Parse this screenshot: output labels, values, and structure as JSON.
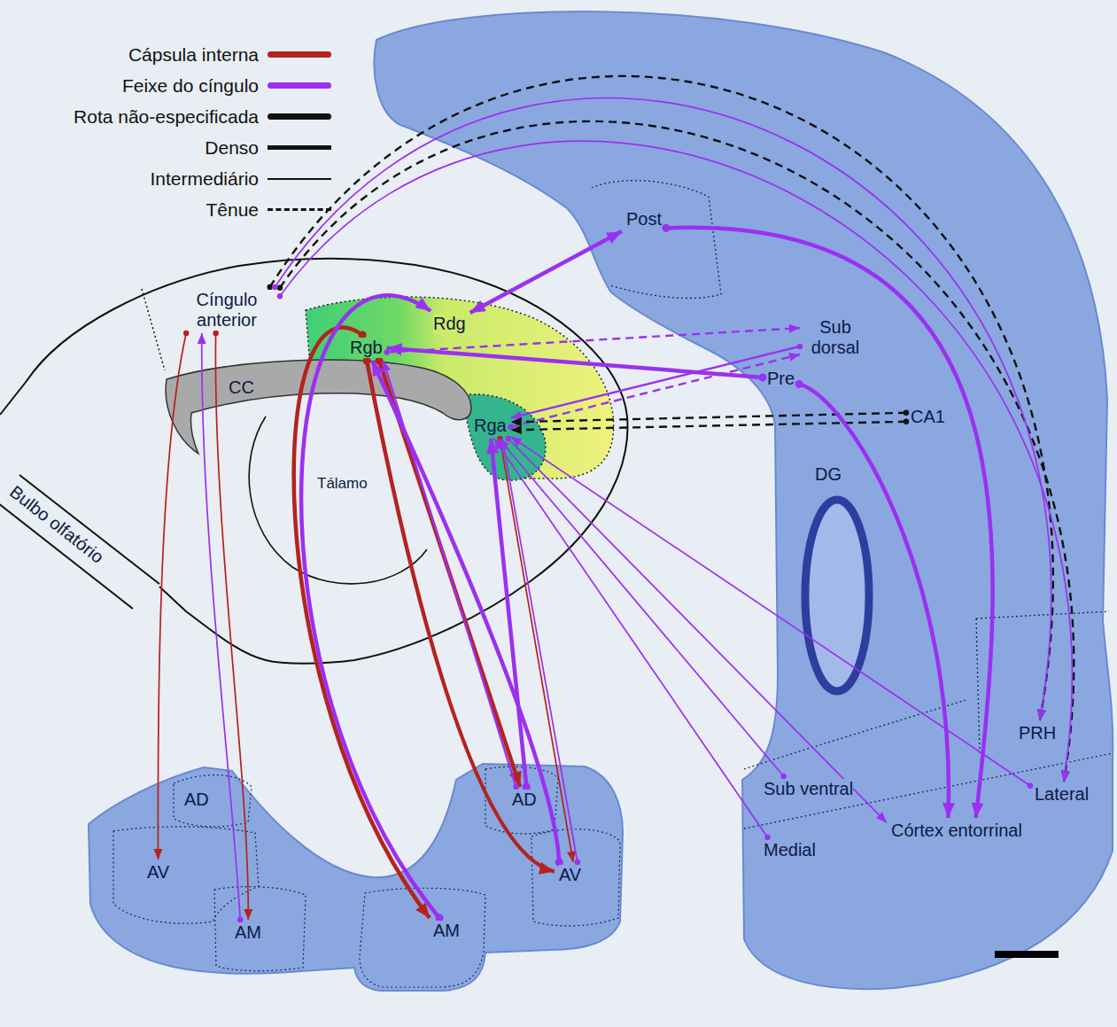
{
  "diagram": {
    "nodes": [
      {
        "text": [
          "Cíngulo anterior"
        ]
      },
      {
        "text": [
          "Rdg"
        ]
      },
      {
        "text": [
          "Rgb"
        ]
      },
      {
        "text": [
          "Rga"
        ]
      },
      {
        "text": [
          "Post"
        ]
      },
      {
        "text": [
          "Pre"
        ]
      },
      {
        "text": [
          "Sub dorsal"
        ]
      },
      {
        "text": [
          "CA1"
        ]
      },
      {
        "text": [
          "PRH"
        ]
      },
      {
        "text": [
          "Sub ventral"
        ]
      },
      {
        "text": [
          "Lateral"
        ]
      },
      {
        "text": [
          "Córtex entorrinal"
        ]
      },
      {
        "text": [
          "Medial"
        ]
      },
      {
        "text": [
          "AD"
        ]
      },
      {
        "text": [
          "AV"
        ]
      },
      {
        "text": [
          "AM"
        ]
      },
      {
        "text": [
          "AD"
        ]
      },
      {
        "text": [
          "AV"
        ]
      },
      {
        "text": [
          "AM"
        ]
      },
      {
        "text": [
          "CC"
        ]
      }
    ],
    "edges": [
      {
        "from": 0,
        "to": 14,
        "arrow": "to"
      },
      {
        "from": 0,
        "to": 15,
        "arrow": "to"
      },
      {
        "from": 15,
        "to": 0,
        "arrow": "to"
      },
      {
        "from": 2,
        "to": 18,
        "arrow": "to"
      },
      {
        "from": 18,
        "to": 1,
        "arrow": "to"
      },
      {
        "from": 2,
        "to": 16,
        "arrow": "to"
      },
      {
        "from": 2,
        "to": 17,
        "arrow": "to"
      },
      {
        "from": 16,
        "to": 2,
        "arrow": "to"
      },
      {
        "from": 17,
        "to": 2,
        "arrow": "to"
      },
      {
        "from": 3,
        "to": 17,
        "arrow": "to"
      },
      {
        "from": 16,
        "to": 3,
        "arrow": "to"
      },
      {
        "from": 17,
        "to": 3,
        "arrow": "to"
      },
      {
        "from": 4,
        "to": 1,
        "arrow": "both"
      },
      {
        "from": 5,
        "to": 2,
        "arrow": "to"
      },
      {
        "from": 6,
        "to": 3,
        "arrow": "to"
      },
      {
        "from": 3,
        "to": 6,
        "arrow": "to"
      },
      {
        "from": 2,
        "to": 6,
        "arrow": "to"
      },
      {
        "from": 7,
        "to": 3,
        "arrow": "to"
      },
      {
        "from": 7,
        "to": 3,
        "arrow": "to"
      },
      {
        "from": 0,
        "to": 8,
        "arrow": "to"
      },
      {
        "from": 0,
        "to": 10,
        "arrow": "to"
      },
      {
        "from": 0,
        "to": 8,
        "arrow": "to"
      },
      {
        "from": 0,
        "to": 10,
        "arrow": "to"
      },
      {
        "from": 4,
        "to": 11,
        "arrow": "to"
      },
      {
        "from": 5,
        "to": 11,
        "arrow": "to"
      },
      {
        "from": 10,
        "to": 3,
        "arrow": "to"
      },
      {
        "from": 12,
        "to": 3,
        "arrow": "to"
      },
      {
        "from": 3,
        "to": 11,
        "arrow": "to"
      },
      {
        "from": 9,
        "to": 3,
        "arrow": "to"
      }
    ],
    "labels": [
      "Tálamo",
      "Bulbo olfatório",
      "DG"
    ],
    "legend": [
      {
        "text": "Cápsula interna",
        "color": "#b5221f"
      },
      {
        "text": "Feixe do cíngulo",
        "color": "#9b30f0"
      },
      {
        "text": "Rota não-especificada",
        "color": "#111111"
      },
      {
        "text": "Denso"
      },
      {
        "text": "Intermediário"
      },
      {
        "text": "Tênue"
      }
    ]
  }
}
